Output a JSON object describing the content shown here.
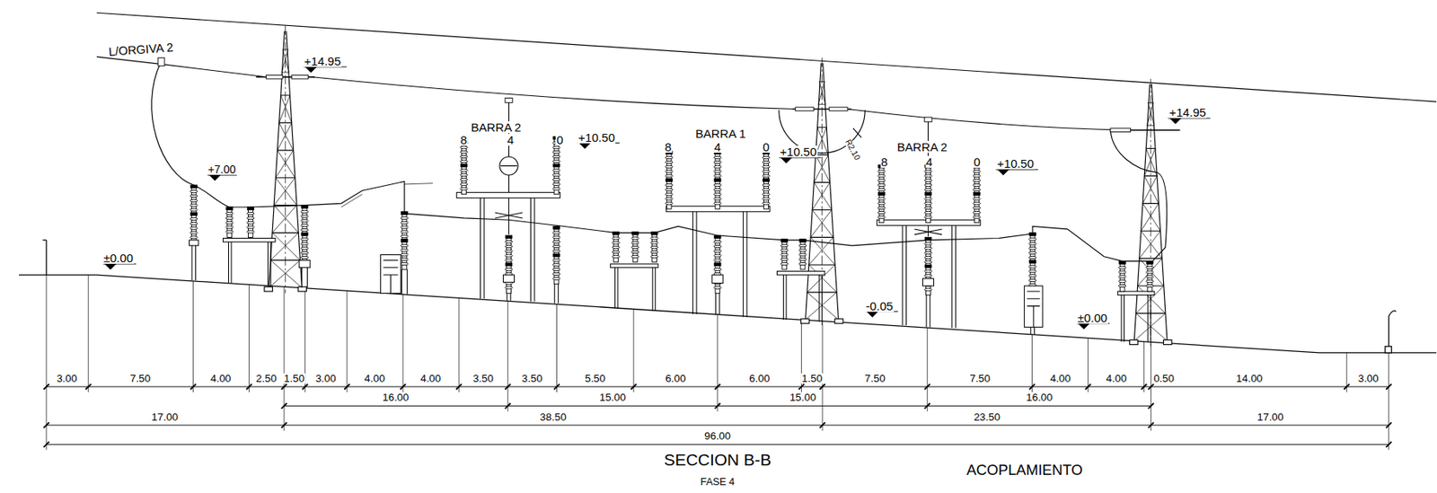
{
  "diagram": {
    "title": "SECCION B-B",
    "labels": [
      "L/ORGIVA 2",
      "+14.95",
      "+7.00",
      "±0.00",
      "BARRA 2",
      "8",
      "4",
      "0",
      "+10.50",
      "BARRA 1",
      "8",
      "4",
      "0",
      "+10.50",
      "R2.10",
      "BARRA 2",
      "8",
      "4",
      "0",
      "+10.50",
      "+14.95",
      "-0.05",
      "±0.00",
      "3.00",
      "7.50",
      "4.00",
      "2.50",
      "1.50",
      "3.00",
      "4.00",
      "4.00",
      "3.50",
      "3.50",
      "5.50",
      "6.00",
      "6.00",
      "1.50",
      "7.50",
      "7.50",
      "4.00",
      "4.00",
      "0.50",
      "14.00",
      "3.00",
      "16.00",
      "15.00",
      "15.00",
      "16.00",
      "17.00",
      "38.50",
      "23.50",
      "17.00",
      "96.00",
      "FASE 4",
      "ACOPLAMIENTO"
    ]
  }
}
